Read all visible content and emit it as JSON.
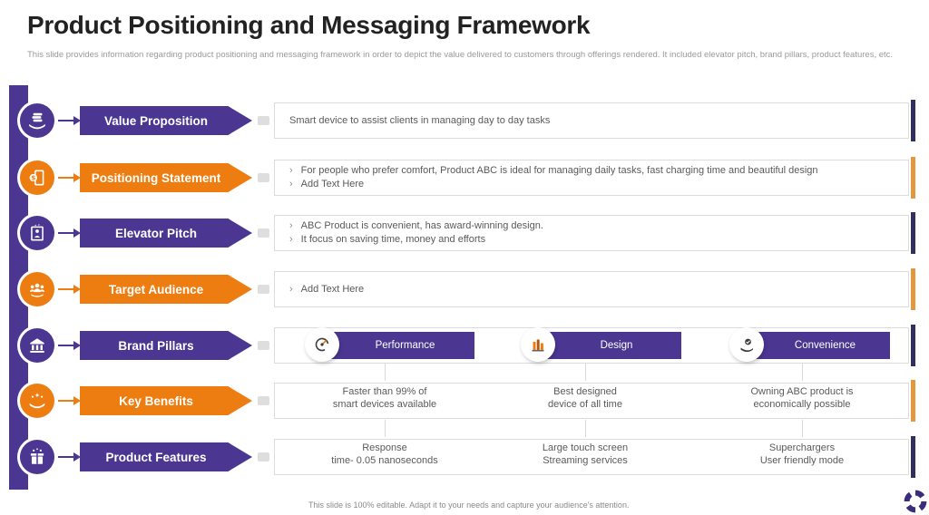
{
  "ui": {
    "bullet": "›"
  },
  "slide": {
    "title": "Product Positioning and Messaging Framework",
    "subtitle": "This slide provides information regarding product positioning and messaging framework in order to depict the value delivered to customers through offerings rendered. It included elevator pitch, brand pillars, product features, etc.",
    "footer_note": "This slide is 100% editable. Adapt it to your needs and capture your audience's attention."
  },
  "colors": {
    "purple": "#4b3792",
    "orange": "#ee7d11",
    "navy_accent": "#32305f",
    "orange_accent": "#e2983d"
  },
  "rows": [
    {
      "id": "value-proposition",
      "label": "Value Proposition",
      "theme": "purple",
      "icon": "hand-holding-coins-icon",
      "content_lines": [
        {
          "text": "Smart device to assist clients in managing day to day tasks",
          "bulleted": false
        }
      ]
    },
    {
      "id": "positioning-statement",
      "label": "Positioning Statement",
      "theme": "orange",
      "icon": "dollar-document-icon",
      "content_lines": [
        {
          "text": "For people who prefer comfort, Product ABC is ideal for managing daily tasks, fast charging time and beautiful design",
          "bulleted": true
        },
        {
          "text": "Add Text Here",
          "bulleted": true
        }
      ]
    },
    {
      "id": "elevator-pitch",
      "label": "Elevator Pitch",
      "theme": "purple",
      "icon": "elevator-person-icon",
      "content_lines": [
        {
          "text": "ABC Product is convenient, has award-winning design.",
          "bulleted": true
        },
        {
          "text": "It focus on saving time, money and efforts",
          "bulleted": true
        }
      ]
    },
    {
      "id": "target-audience",
      "label": "Target Audience",
      "theme": "orange",
      "icon": "audience-group-icon",
      "content_lines": [
        {
          "text": "Add Text Here",
          "bulleted": true
        }
      ]
    },
    {
      "id": "brand-pillars",
      "label": "Brand Pillars",
      "theme": "purple",
      "icon": "bank-pillars-icon",
      "pills": [
        {
          "label": "Performance",
          "icon": "gauge-icon"
        },
        {
          "label": "Design",
          "icon": "bar-chart-icon"
        },
        {
          "label": "Convenience",
          "icon": "hand-check-icon"
        }
      ]
    },
    {
      "id": "key-benefits",
      "label": "Key Benefits",
      "theme": "orange",
      "icon": "hand-sparkles-icon",
      "columns": [
        {
          "line1": "Faster than 99% of",
          "line2": "smart devices available"
        },
        {
          "line1": "Best designed",
          "line2": "device of all time"
        },
        {
          "line1": "Owning ABC product is",
          "line2": "economically possible"
        }
      ]
    },
    {
      "id": "product-features",
      "label": "Product Features",
      "theme": "purple",
      "icon": "gift-box-icon",
      "columns": [
        {
          "line1": "Response",
          "line2": "time- 0.05 nanoseconds"
        },
        {
          "line1": "Large touch screen",
          "line2": "Streaming services"
        },
        {
          "line1": "Superchargers",
          "line2": "User friendly mode"
        }
      ]
    }
  ]
}
